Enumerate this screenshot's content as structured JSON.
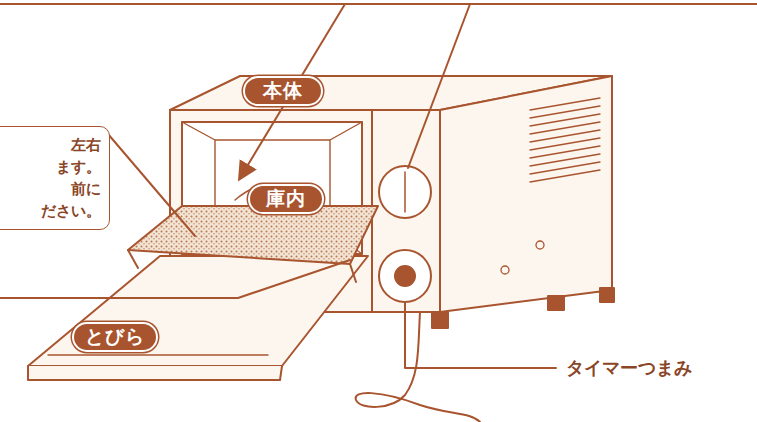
{
  "diagram": {
    "nodes": [
      {
        "text": [
          "本体"
        ]
      },
      {
        "text": [
          "左右 ます。 前に ださい。"
        ]
      },
      {
        "text": [
          "庫内"
        ]
      },
      {
        "text": [
          "とびら"
        ]
      }
    ],
    "labels": [
      "タイマーつまみ"
    ]
  }
}
